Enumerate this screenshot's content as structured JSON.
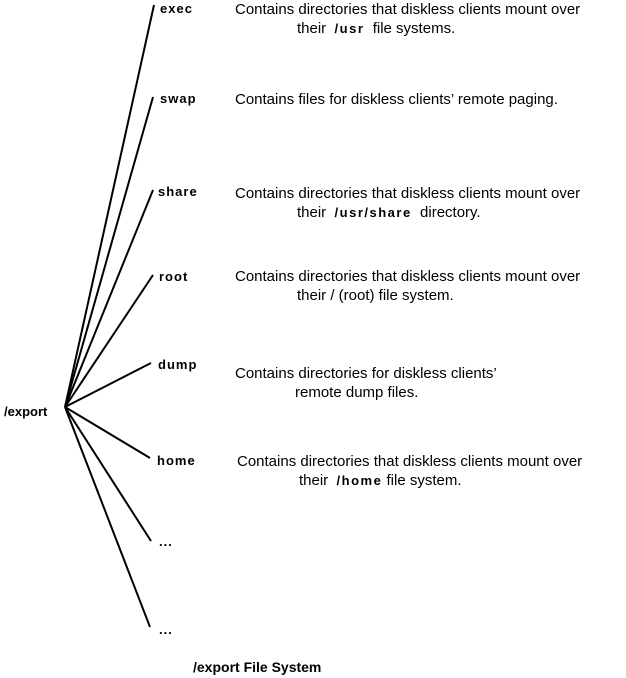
{
  "diagram": {
    "root": "/export",
    "caption": "/export File System",
    "branches": [
      {
        "label": "exec",
        "desc_line1": "Contains directories that diskless clients mount over",
        "desc_pre": "their",
        "desc_cmd": "/usr",
        "desc_post": "file systems."
      },
      {
        "label": "swap",
        "desc_line1": "Contains files for diskless clients’ remote paging."
      },
      {
        "label": "share",
        "desc_line1": "Contains directories that diskless clients mount over",
        "desc_pre": "their",
        "desc_cmd": "/usr/share",
        "desc_post": "directory."
      },
      {
        "label": "root",
        "desc_line1": "Contains directories that diskless clients mount over",
        "desc_pre": "their / (root) file system."
      },
      {
        "label": "dump",
        "desc_line1": "Contains directories for diskless clients’",
        "desc_pre": "remote dump files."
      },
      {
        "label": "home",
        "desc_line1": "Contains directories that diskless clients mount over",
        "desc_pre": "their",
        "desc_cmd": "/home",
        "desc_post": "file system."
      },
      {
        "label": "..."
      },
      {
        "label": "..."
      }
    ]
  }
}
